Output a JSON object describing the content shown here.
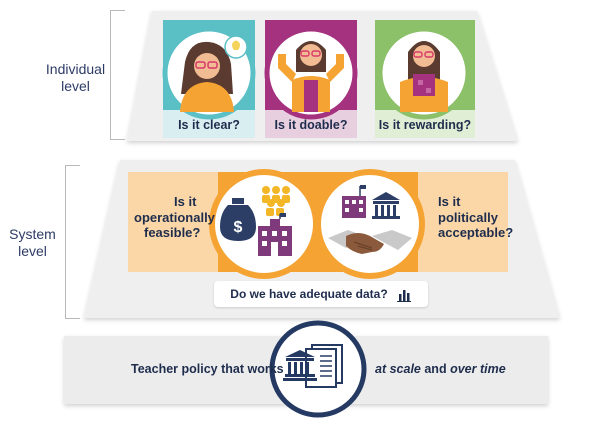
{
  "levels": {
    "individual": [
      "Individual",
      "level"
    ],
    "system": [
      "System",
      "level"
    ]
  },
  "individual_cards": [
    {
      "question": "Is it clear?",
      "color": "#5bbfc6",
      "icon": "thinking-teacher-icon"
    },
    {
      "question": "Is it doable?",
      "color": "#a5327f",
      "icon": "flexing-teacher-icon"
    },
    {
      "question": "Is it rewarding?",
      "color": "#8cc069",
      "icon": "puzzle-teacher-icon"
    }
  ],
  "system": {
    "left_question": [
      "Is it",
      "operationally",
      "feasible?"
    ],
    "right_question": [
      "Is it",
      "politically",
      "acceptable?"
    ],
    "data_question": "Do we have adequate data?",
    "left_icons": [
      "money-bag-icon",
      "people-group-icon",
      "school-building-icon"
    ],
    "right_icons": [
      "school-building-icon",
      "government-building-icon",
      "handshake-icon"
    ],
    "data_icon": "bar-chart-icon"
  },
  "bottom": {
    "text": "Teacher policy that works",
    "at_scale": "at scale",
    "and": "and",
    "over_time": "over time",
    "icon": "policy-document-icon"
  },
  "colors": {
    "orange": "#f5a332",
    "peach": "#fbd7a8",
    "navy": "#253a63",
    "purple": "#7e3a7a",
    "grey_panel": "#ececec"
  }
}
